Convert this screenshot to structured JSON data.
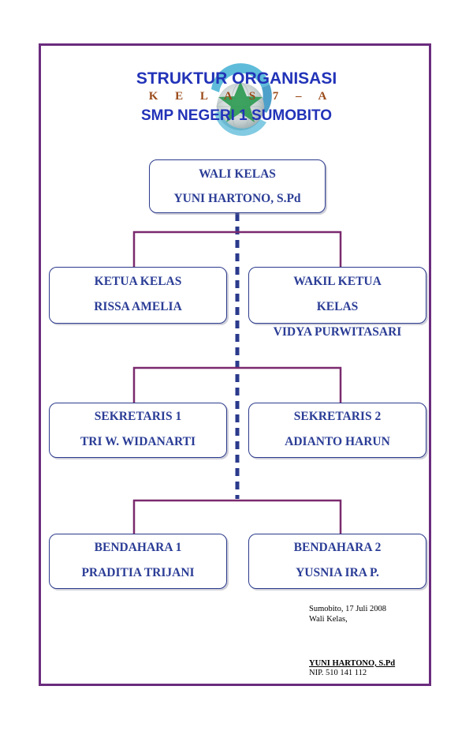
{
  "header": {
    "title": "STRUKTUR ORGANISASI",
    "class_name": "K E L A S   7 – A",
    "school": "SMP NEGERI 1 SUMOBITO"
  },
  "org_chart": {
    "wali_kelas": {
      "role": "WALI KELAS",
      "name": "YUNI HARTONO, S.Pd"
    },
    "ketua": {
      "role": "KETUA KELAS",
      "name": "RISSA AMELIA"
    },
    "wakil": {
      "role_line1": "WAKIL KETUA",
      "role_line2": "KELAS",
      "name": "VIDYA PURWITASARI"
    },
    "sekretaris1": {
      "role": "SEKRETARIS 1",
      "name": "TRI W. WIDANARTI"
    },
    "sekretaris2": {
      "role": "SEKRETARIS 2",
      "name": "ADIANTO HARUN"
    },
    "bendahara1": {
      "role": "BENDAHARA 1",
      "name": "PRADITIA TRIJANI"
    },
    "bendahara2": {
      "role": "BENDAHARA 2",
      "name": "YUSNIA IRA P."
    }
  },
  "signature": {
    "place_date": "Sumobito, 17 Juli 2008",
    "position": "Wali Kelas,",
    "name": "YUNI HARTONO, S.Pd",
    "nip": "NIP. 510 141 112"
  },
  "colors": {
    "frame": "#6b2c7e",
    "connector": "#7a2a6e",
    "dashed_line": "#2a3a8c",
    "box_text": "#2b3d96",
    "title": "#2233b8"
  }
}
